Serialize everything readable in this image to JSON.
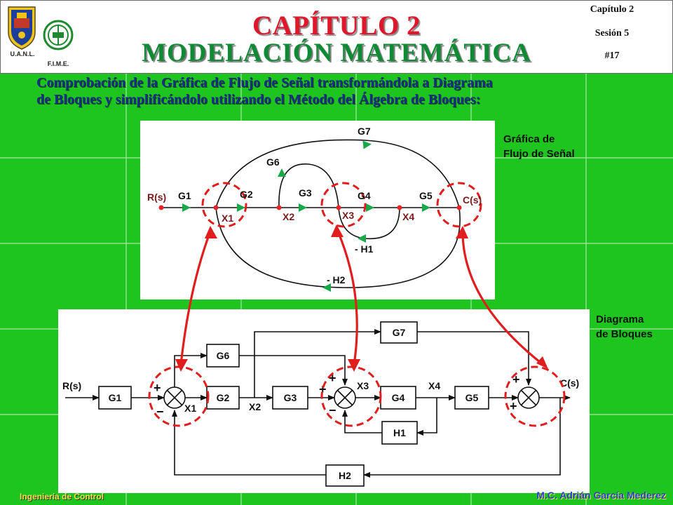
{
  "header": {
    "title": "CAPÍTULO 2",
    "subtitle": "MODELACIÓN MATEMÁTICA",
    "chapter": "Capítulo 2",
    "session": "Sesión 5",
    "slide_number": "#17",
    "logo_left_text": "U.A.N.L.",
    "logo_right_text": "F.I.M.E."
  },
  "description": {
    "line1": "Comprobación de la Gráfica de Flujo de Señal transformándola a Diagrama",
    "line2": "de Bloques y simplificándolo utilizando el Método del Álgebra de Bloques:"
  },
  "signal_flow_graph": {
    "caption_line1": "Gráfica de",
    "caption_line2": "Flujo de Señal",
    "node_labels": [
      "R(s)",
      "X1",
      "X2",
      "X3",
      "X4",
      "C(s)"
    ],
    "branch_labels": [
      "G1",
      "G2",
      "G3",
      "G4",
      "G5",
      "G6",
      "G7",
      "- H1",
      "- H2"
    ]
  },
  "block_diagram": {
    "caption_line1": "Diagrama",
    "caption_line2": "de Bloques",
    "input_label": "R(s)",
    "output_label": "C(s)",
    "blocks": [
      "G1",
      "G2",
      "G3",
      "G4",
      "G5",
      "G6",
      "G7",
      "H1",
      "H2"
    ],
    "signals": [
      "X1",
      "X2",
      "X3",
      "X4"
    ],
    "summer1_signs": [
      "+",
      "−"
    ],
    "summer2_signs": [
      "+",
      "+",
      "−"
    ],
    "summer3_signs": [
      "+",
      "+"
    ]
  },
  "footer": {
    "left": "Ingeniería de Control",
    "right": "M.C. Adrián García Mederez"
  },
  "colors": {
    "background": "#1fc51f",
    "title_red": "#e0162b",
    "subtitle_green": "#0d8a33",
    "text_blue": "#1a2b8a",
    "arrow_red": "#e01e1e",
    "sfg_green": "#18a84a"
  }
}
